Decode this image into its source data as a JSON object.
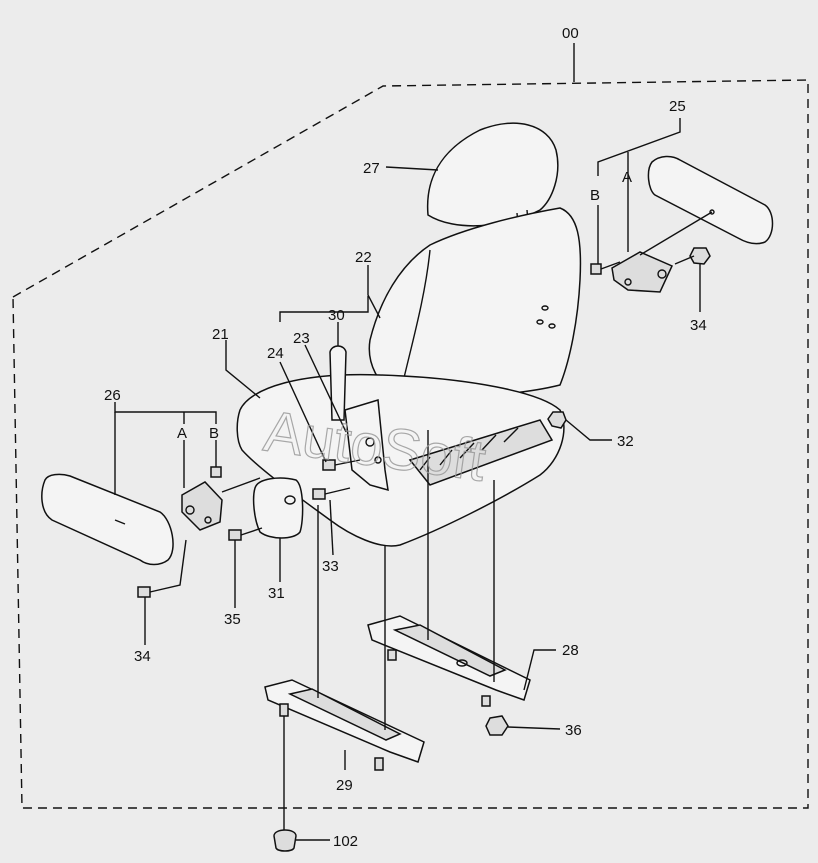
{
  "labels": {
    "assembly": "00",
    "seat_cushion": "21",
    "seat_back": "22",
    "part_23": "23",
    "part_24": "24",
    "armrest_right": "25",
    "armrest_left": "26",
    "headrest": "27",
    "slide_rail_right": "28",
    "slide_rail_left": "29",
    "lever": "30",
    "knob": "31",
    "nut_32": "32",
    "bolt_33": "33",
    "bolt_34_right": "34",
    "bolt_34_left": "34",
    "bolt_35": "35",
    "nut_36": "36",
    "nut_102": "102",
    "ref_a_right": "A",
    "ref_b_right": "B",
    "ref_a_left": "A",
    "ref_b_left": "B"
  },
  "watermark": "AutoSoft"
}
